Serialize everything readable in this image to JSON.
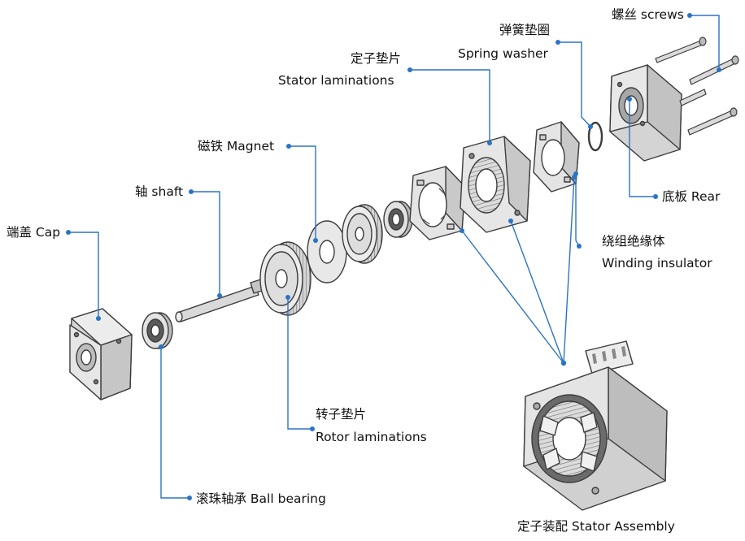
{
  "colors": {
    "leader": "#2b73c4",
    "part_fill": "#e9e9e9",
    "part_stroke": "#3c3c3c",
    "part_dark": "#8a8a8a"
  },
  "labels": {
    "screws": "螺丝 screws",
    "spring_washer_cn": "弹簧垫圈",
    "spring_washer_en": "Spring washer",
    "stator_lam_cn": "定子垫片",
    "stator_lam_en": "Stator laminations",
    "magnet": "磁铁 Magnet",
    "shaft": "轴 shaft",
    "cap": "端盖 Cap",
    "rear": "底板  Rear",
    "winding_cn": "绕组绝缘体",
    "winding_en": "Winding insulator",
    "rotor_lam_cn": "转子垫片",
    "rotor_lam_en": "Rotor laminations",
    "ball_bearing": "滚珠轴承 Ball bearing",
    "stator_assembly": "定子装配 Stator Assembly"
  }
}
